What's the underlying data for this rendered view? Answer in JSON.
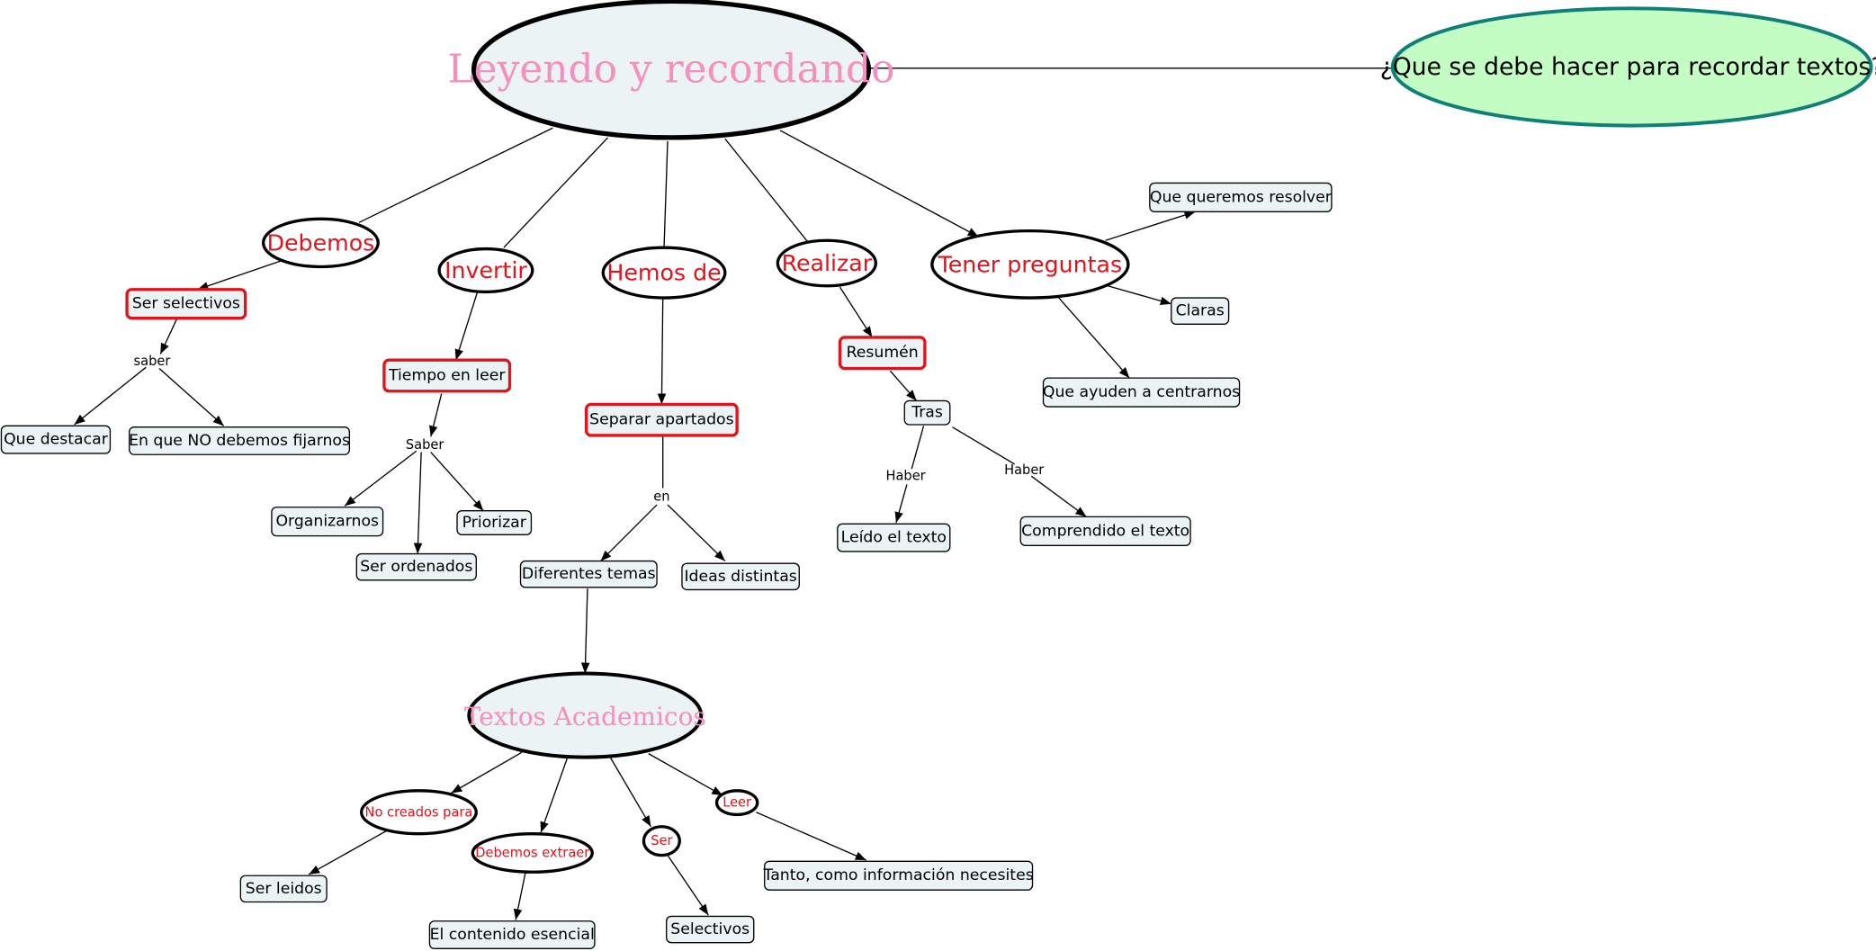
{
  "colors": {
    "accent_red": "#e0141c",
    "title_pink": "#f48fbf",
    "question_fill": "#c4fdc4",
    "question_stroke": "#0f7f78",
    "node_fill": "#ecf3f4"
  },
  "main": {
    "title": "Leyendo y recordando",
    "question": "¿Que se debe hacer para recordar textos?"
  },
  "concepts": {
    "debemos": "Debemos",
    "invertir": "Invertir",
    "hemos_de": "Hemos de",
    "realizar": "Realizar",
    "tener_preguntas": "Tener preguntas"
  },
  "nodes": {
    "ser_selectivos": "Ser selectivos",
    "que_destacar": "Que destacar",
    "en_que_no": "En que NO debemos fijarnos",
    "tiempo_en_leer": "Tiempo en leer",
    "organizarnos": "Organizarnos",
    "priorizar": "Priorizar",
    "ser_ordenados": "Ser ordenados",
    "separar_apartados": "Separar apartados",
    "diferentes_temas": "Diferentes temas",
    "ideas_distintas": "Ideas distintas",
    "resumen": "Resumén",
    "tras": "Tras",
    "leido_texto": "Leído el texto",
    "comprendido_texto": "Comprendido el texto",
    "que_queremos_resolver": "Que queremos resolver",
    "claras": "Claras",
    "que_ayuden": "Que ayuden a centrarnos"
  },
  "links": {
    "saber1": "saber",
    "saber2": "Saber",
    "en": "en",
    "haber1": "Haber",
    "haber2": "Haber"
  },
  "academicos": {
    "title": "Textos Academicos",
    "no_creados": "No creados para",
    "debemos_extraer": "Debemos extraer",
    "ser": "Ser",
    "leer": "Leer",
    "ser_leidos": "Ser leidos",
    "contenido_esencial": "El contenido esencial",
    "selectivos": "Selectivos",
    "tanto": "Tanto, como información necesites"
  }
}
